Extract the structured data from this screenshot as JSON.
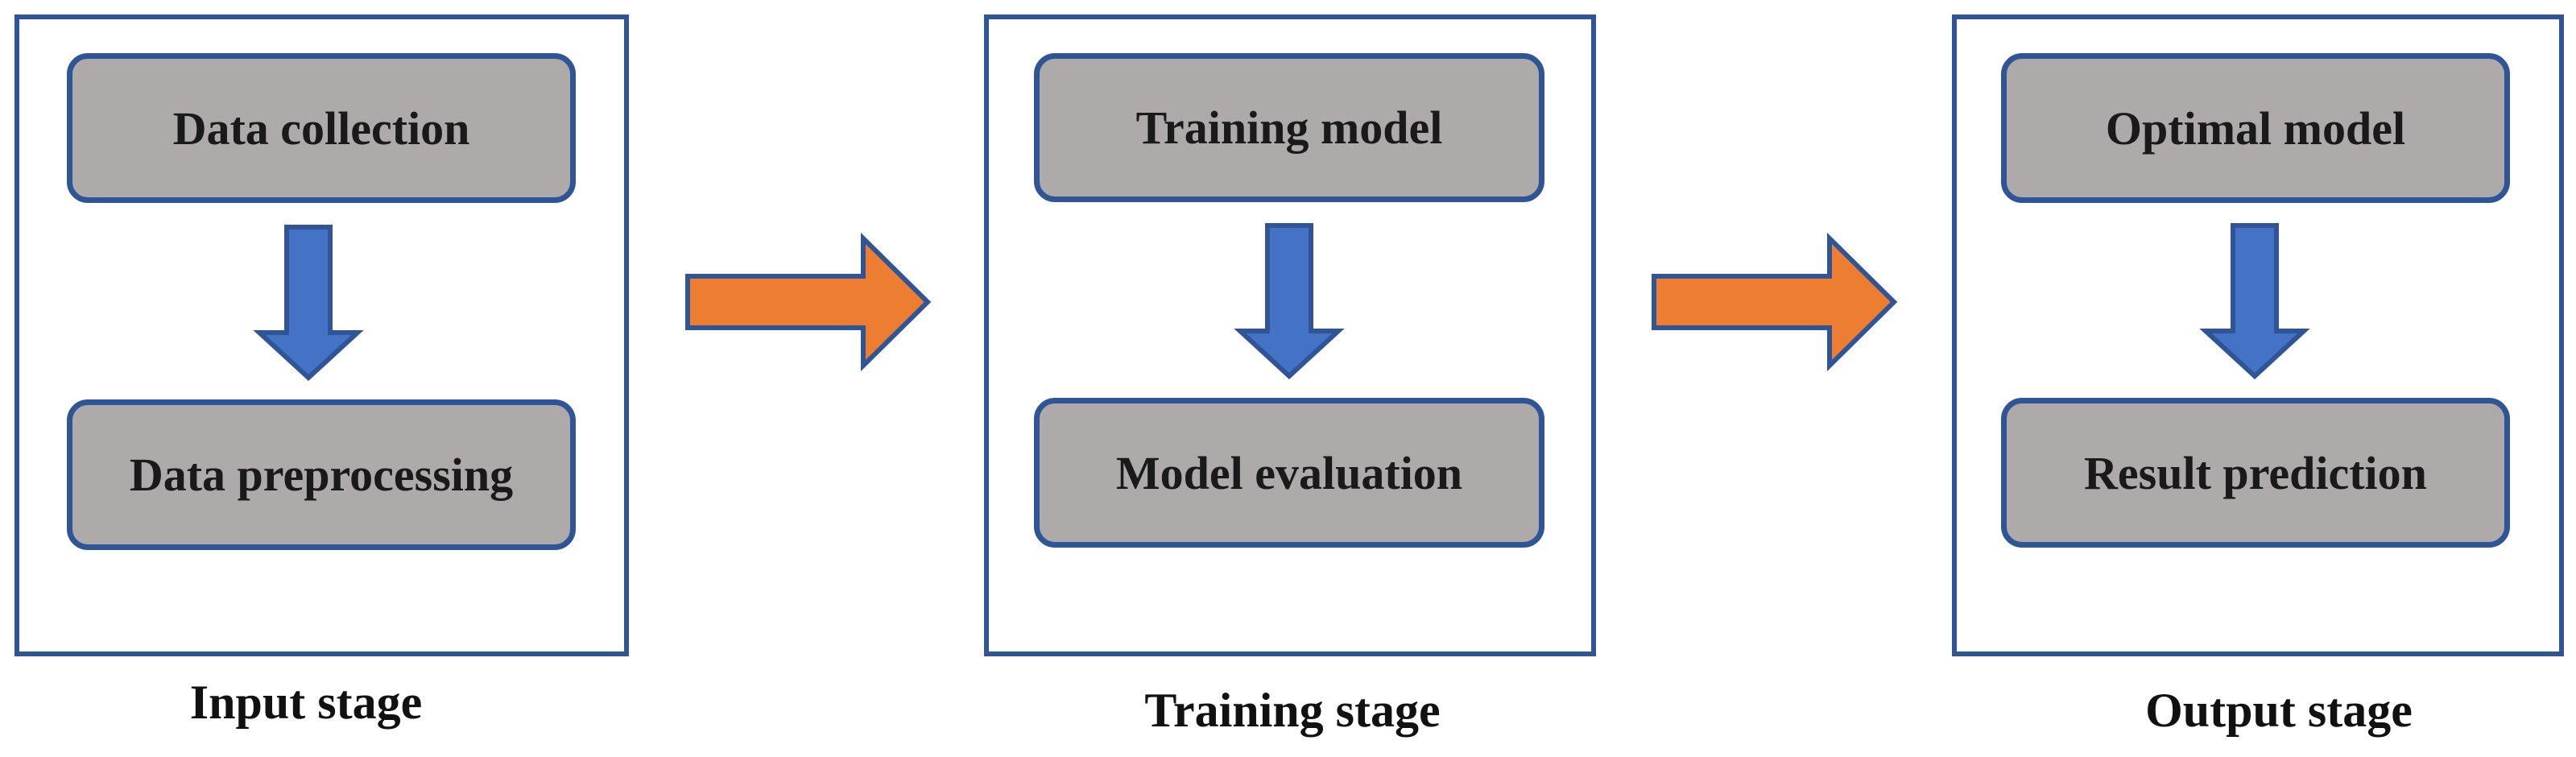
{
  "colors": {
    "frame_border": "#2F5597",
    "node_fill": "#ADAAA9",
    "node_border": "#2F5597",
    "down_arrow_fill": "#4472C4",
    "right_arrow_fill": "#ED7D31",
    "arrow_border": "#2F5597"
  },
  "stages": [
    {
      "label": "Input stage",
      "top_node": "Data collection",
      "bottom_node": "Data preprocessing"
    },
    {
      "label": "Training stage",
      "top_node": "Training model",
      "bottom_node": "Model evaluation"
    },
    {
      "label": "Output stage",
      "top_node": "Optimal model",
      "bottom_node": "Result prediction"
    }
  ],
  "connectors": {
    "within_stage": "down-arrow-icon",
    "between_stages": "right-arrow-icon"
  }
}
